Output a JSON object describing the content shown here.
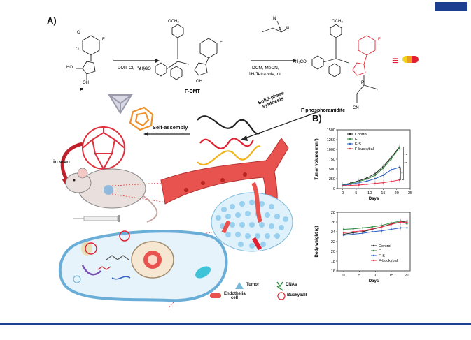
{
  "panels": {
    "a": "A)",
    "b": "B)"
  },
  "scheme": {
    "mol_F": "F",
    "mol_FDMT": "F-DMT",
    "mol_phos": "F phosphoramidite",
    "step1": "DMT-Cl, Py, r.t.",
    "step2_line1": "DCM, MeCN,",
    "step2_line2": "1H-Tetrazole, r.t.",
    "solid_phase_1": "Solid-phase",
    "solid_phase_2": "synthesis",
    "self_assembly": "Self-assembly",
    "in_vivo": "in vivo",
    "atoms": {
      "och3": "OCH₃",
      "h3co": "H₃CO",
      "f": "F",
      "o": "O",
      "n": "N",
      "oh": "OH",
      "ho": "HO",
      "nh": "NH",
      "p": "P",
      "cn": "CN",
      "equiv": "≡"
    }
  },
  "legend_cell": {
    "tumor": "Tumor",
    "dnas": "DNAs",
    "endothelial_1": "Endothelial",
    "endothelial_2": "cell",
    "buckyball": "Buckyball"
  },
  "colors": {
    "control": "#222222",
    "F": "#2e8b3e",
    "FS": "#2d5fc4",
    "FB": "#e8354a",
    "accent": "#1d3f8f"
  },
  "chart_data": [
    {
      "type": "line",
      "xlabel": "Days",
      "ylabel": "Tumor volume (mm³)",
      "xlim": [
        -2,
        25
      ],
      "ylim": [
        0,
        1500
      ],
      "xticks": [
        0,
        5,
        10,
        15,
        20,
        25
      ],
      "yticks": [
        0,
        250,
        500,
        750,
        1000,
        1250,
        1500
      ],
      "x": [
        0,
        3,
        6,
        9,
        12,
        15,
        18,
        21
      ],
      "series": [
        {
          "name": "Control",
          "values": [
            90,
            140,
            200,
            270,
            380,
            560,
            800,
            1060
          ]
        },
        {
          "name": "F",
          "values": [
            85,
            130,
            180,
            240,
            340,
            520,
            760,
            1040
          ]
        },
        {
          "name": "F-S",
          "values": [
            80,
            110,
            150,
            190,
            250,
            340,
            480,
            540
          ]
        },
        {
          "name": "F-buckyball",
          "values": [
            70,
            80,
            90,
            110,
            130,
            150,
            180,
            220
          ]
        }
      ],
      "annotations": [
        "*",
        "**",
        "**"
      ]
    },
    {
      "type": "line",
      "xlabel": "Days",
      "ylabel": "Body weight (g)",
      "xlim": [
        -2,
        21
      ],
      "ylim": [
        16,
        28
      ],
      "xticks": [
        0,
        5,
        10,
        15,
        20
      ],
      "yticks": [
        16,
        18,
        20,
        22,
        24,
        26,
        28
      ],
      "x": [
        0,
        3,
        6,
        9,
        12,
        15,
        18,
        20
      ],
      "series": [
        {
          "name": "Control",
          "values": [
            23.5,
            23.8,
            24.0,
            24.5,
            25.0,
            25.6,
            26.0,
            26.2
          ]
        },
        {
          "name": "F",
          "values": [
            24.5,
            24.6,
            24.8,
            25.0,
            25.3,
            25.8,
            26.2,
            25.6
          ]
        },
        {
          "name": "F-S",
          "values": [
            23.3,
            23.5,
            23.7,
            24.0,
            24.2,
            24.5,
            24.8,
            24.8
          ]
        },
        {
          "name": "F-buckyball",
          "values": [
            23.8,
            24.0,
            24.2,
            24.6,
            25.0,
            25.5,
            26.0,
            25.9
          ]
        }
      ]
    }
  ]
}
